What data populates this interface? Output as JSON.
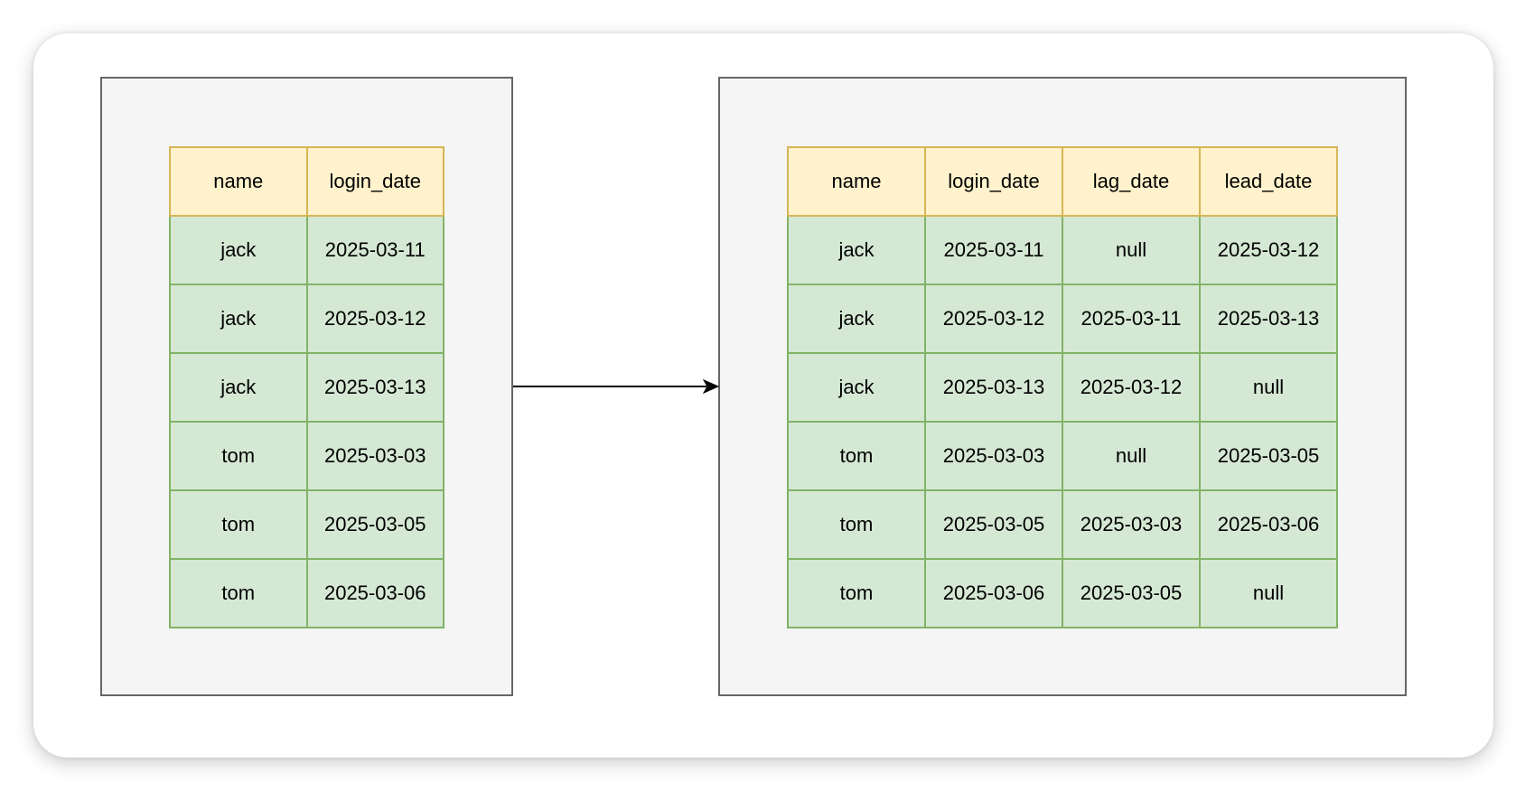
{
  "input_table": {
    "columns": [
      "name",
      "login_date"
    ],
    "rows": [
      [
        "jack",
        "2025-03-11"
      ],
      [
        "jack",
        "2025-03-12"
      ],
      [
        "jack",
        "2025-03-13"
      ],
      [
        "tom",
        "2025-03-03"
      ],
      [
        "tom",
        "2025-03-05"
      ],
      [
        "tom",
        "2025-03-06"
      ]
    ]
  },
  "output_table": {
    "columns": [
      "name",
      "login_date",
      "lag_date",
      "lead_date"
    ],
    "rows": [
      [
        "jack",
        "2025-03-11",
        "null",
        "2025-03-12"
      ],
      [
        "jack",
        "2025-03-12",
        "2025-03-11",
        "2025-03-13"
      ],
      [
        "jack",
        "2025-03-13",
        "2025-03-12",
        "null"
      ],
      [
        "tom",
        "2025-03-03",
        "null",
        "2025-03-05"
      ],
      [
        "tom",
        "2025-03-05",
        "2025-03-03",
        "2025-03-06"
      ],
      [
        "tom",
        "2025-03-06",
        "2025-03-05",
        "null"
      ]
    ]
  },
  "colors": {
    "header_fill": "#fff2cc",
    "header_border": "#d6b656",
    "cell_fill": "#d5e8d4",
    "cell_border": "#82b366",
    "panel_fill": "#f5f5f5",
    "panel_border": "#666666"
  }
}
